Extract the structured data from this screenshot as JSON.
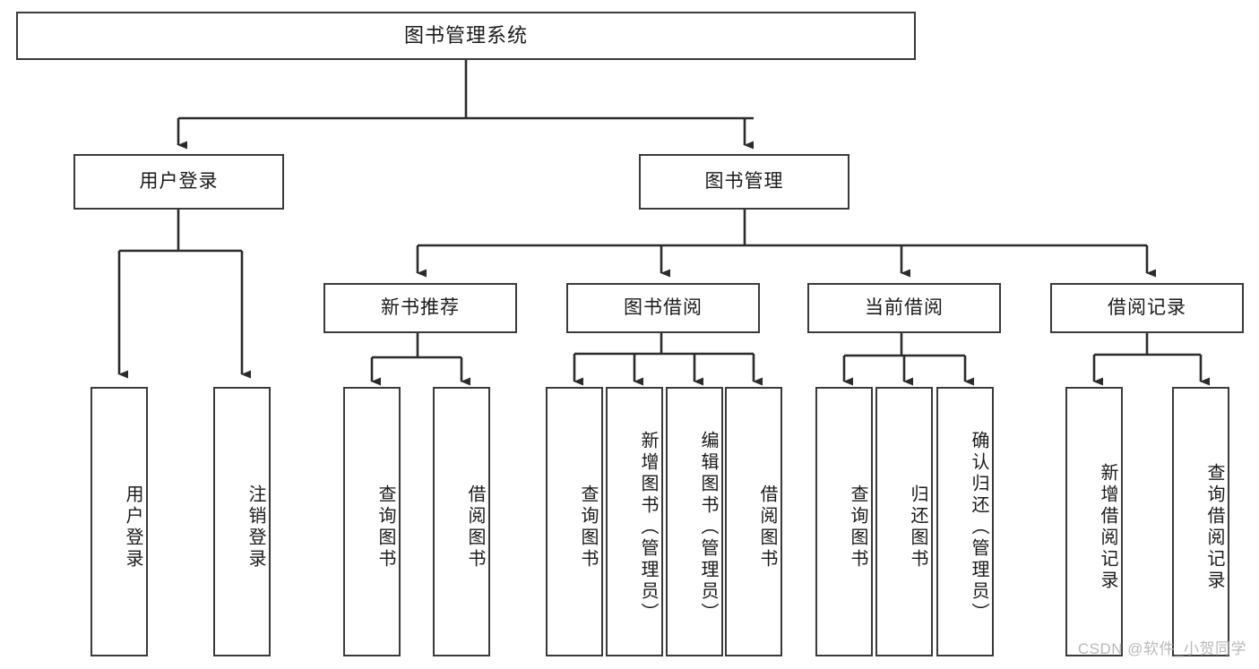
{
  "diagram": {
    "title": "图书管理系统",
    "type": "tree",
    "watermark": "CSDN @软件_小贺同学",
    "colors": {
      "box_border": "#3a3a3a",
      "box_fill": "#ffffff",
      "connector": "#2b2b2b",
      "text": "#1a1a1a",
      "watermark": "#b9b9b9",
      "background": "#ffffff"
    },
    "nodes": {
      "root": {
        "label": "图书管理系统",
        "orientation": "horizontal",
        "level": 0
      },
      "user_login": {
        "label": "用户登录",
        "orientation": "horizontal",
        "level": 1
      },
      "book_manage": {
        "label": "图书管理",
        "orientation": "horizontal",
        "level": 1
      },
      "new_book_rec": {
        "label": "新书推荐",
        "orientation": "horizontal",
        "level": 2
      },
      "book_borrow": {
        "label": "图书借阅",
        "orientation": "horizontal",
        "level": 2
      },
      "current_borrow": {
        "label": "当前借阅",
        "orientation": "horizontal",
        "level": 2
      },
      "borrow_record": {
        "label": "借阅记录",
        "orientation": "horizontal",
        "level": 2
      },
      "leaf_user_login": {
        "label": "用户登录",
        "orientation": "vertical",
        "level": 2
      },
      "leaf_logout": {
        "label": "注销登录",
        "orientation": "vertical",
        "level": 2
      },
      "leaf_query_book_1": {
        "label": "查询图书",
        "orientation": "vertical",
        "level": 3
      },
      "leaf_borrow_book_1": {
        "label": "借阅图书",
        "orientation": "vertical",
        "level": 3
      },
      "leaf_query_book_2": {
        "label": "查询图书",
        "orientation": "vertical",
        "level": 3
      },
      "leaf_add_book": {
        "label": "新增图书（管理员）",
        "orientation": "vertical",
        "level": 3
      },
      "leaf_edit_book": {
        "label": "编辑图书（管理员）",
        "orientation": "vertical",
        "level": 3
      },
      "leaf_borrow_book_2": {
        "label": "借阅图书",
        "orientation": "vertical",
        "level": 3
      },
      "leaf_query_book_3": {
        "label": "查询图书",
        "orientation": "vertical",
        "level": 3
      },
      "leaf_return_book": {
        "label": "归还图书",
        "orientation": "vertical",
        "level": 3
      },
      "leaf_confirm_return": {
        "label": "确认归还（管理员）",
        "orientation": "vertical",
        "level": 3
      },
      "leaf_add_record": {
        "label": "新增借阅记录",
        "orientation": "vertical",
        "level": 3
      },
      "leaf_query_record": {
        "label": "查询借阅记录",
        "orientation": "vertical",
        "level": 3
      }
    },
    "edges": [
      {
        "from": "root",
        "to": "user_login"
      },
      {
        "from": "root",
        "to": "book_manage"
      },
      {
        "from": "user_login",
        "to": "leaf_user_login"
      },
      {
        "from": "user_login",
        "to": "leaf_logout"
      },
      {
        "from": "book_manage",
        "to": "new_book_rec"
      },
      {
        "from": "book_manage",
        "to": "book_borrow"
      },
      {
        "from": "book_manage",
        "to": "current_borrow"
      },
      {
        "from": "book_manage",
        "to": "borrow_record"
      },
      {
        "from": "new_book_rec",
        "to": "leaf_query_book_1"
      },
      {
        "from": "new_book_rec",
        "to": "leaf_borrow_book_1"
      },
      {
        "from": "book_borrow",
        "to": "leaf_query_book_2"
      },
      {
        "from": "book_borrow",
        "to": "leaf_add_book"
      },
      {
        "from": "book_borrow",
        "to": "leaf_edit_book"
      },
      {
        "from": "book_borrow",
        "to": "leaf_borrow_book_2"
      },
      {
        "from": "current_borrow",
        "to": "leaf_query_book_3"
      },
      {
        "from": "current_borrow",
        "to": "leaf_return_book"
      },
      {
        "from": "current_borrow",
        "to": "leaf_confirm_return"
      },
      {
        "from": "borrow_record",
        "to": "leaf_add_record"
      },
      {
        "from": "borrow_record",
        "to": "leaf_query_record"
      }
    ]
  }
}
